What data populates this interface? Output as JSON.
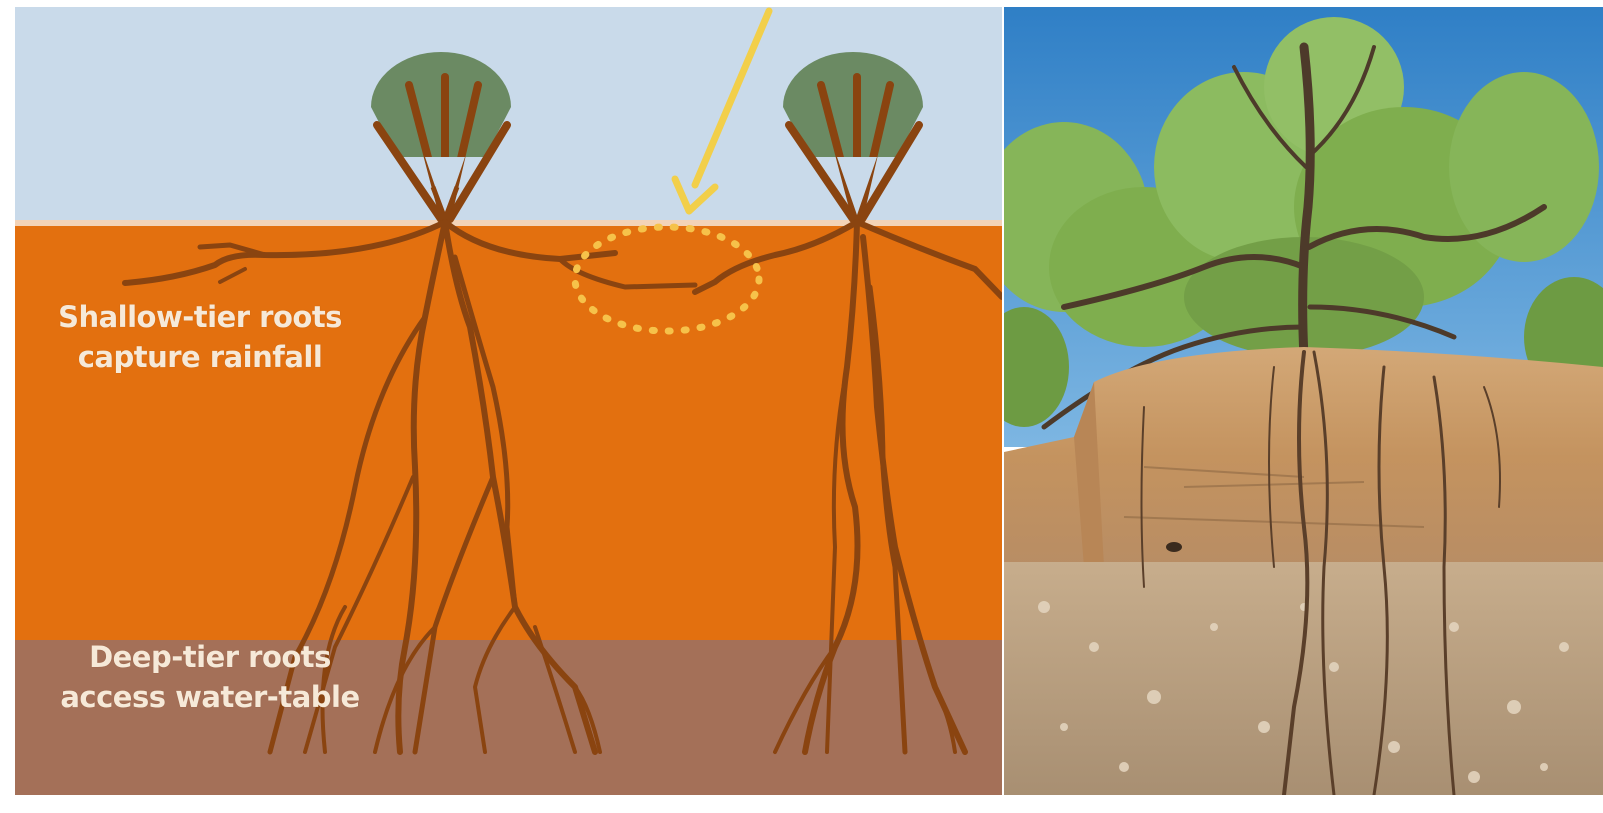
{
  "diagram": {
    "shallow_label": {
      "line1": "Shallow-tier roots",
      "line2": "capture rainfall"
    },
    "deep_label": {
      "line1": "Deep-tier roots",
      "line2": "access water-table"
    },
    "colors": {
      "sky": "#c9daea",
      "soil": "#e3700f",
      "deep_soil": "#a47058",
      "roots": "#8a4410",
      "canopy": "#6b8a63",
      "rain_arrow": "#f2cf4a",
      "rain_zone": "#f6c24a",
      "label_text": "#f6e9d8"
    },
    "icons": [
      "tree-icon",
      "rain-arrow-icon",
      "rain-capture-zone-icon"
    ]
  },
  "photo": {
    "subject": "tree-root-exposure-photo",
    "colors": {
      "sky": "#3f8fd0",
      "foliage": "#7fae4e",
      "soil_bank": "#c49a6a",
      "gravel": "#b79c7c"
    }
  }
}
